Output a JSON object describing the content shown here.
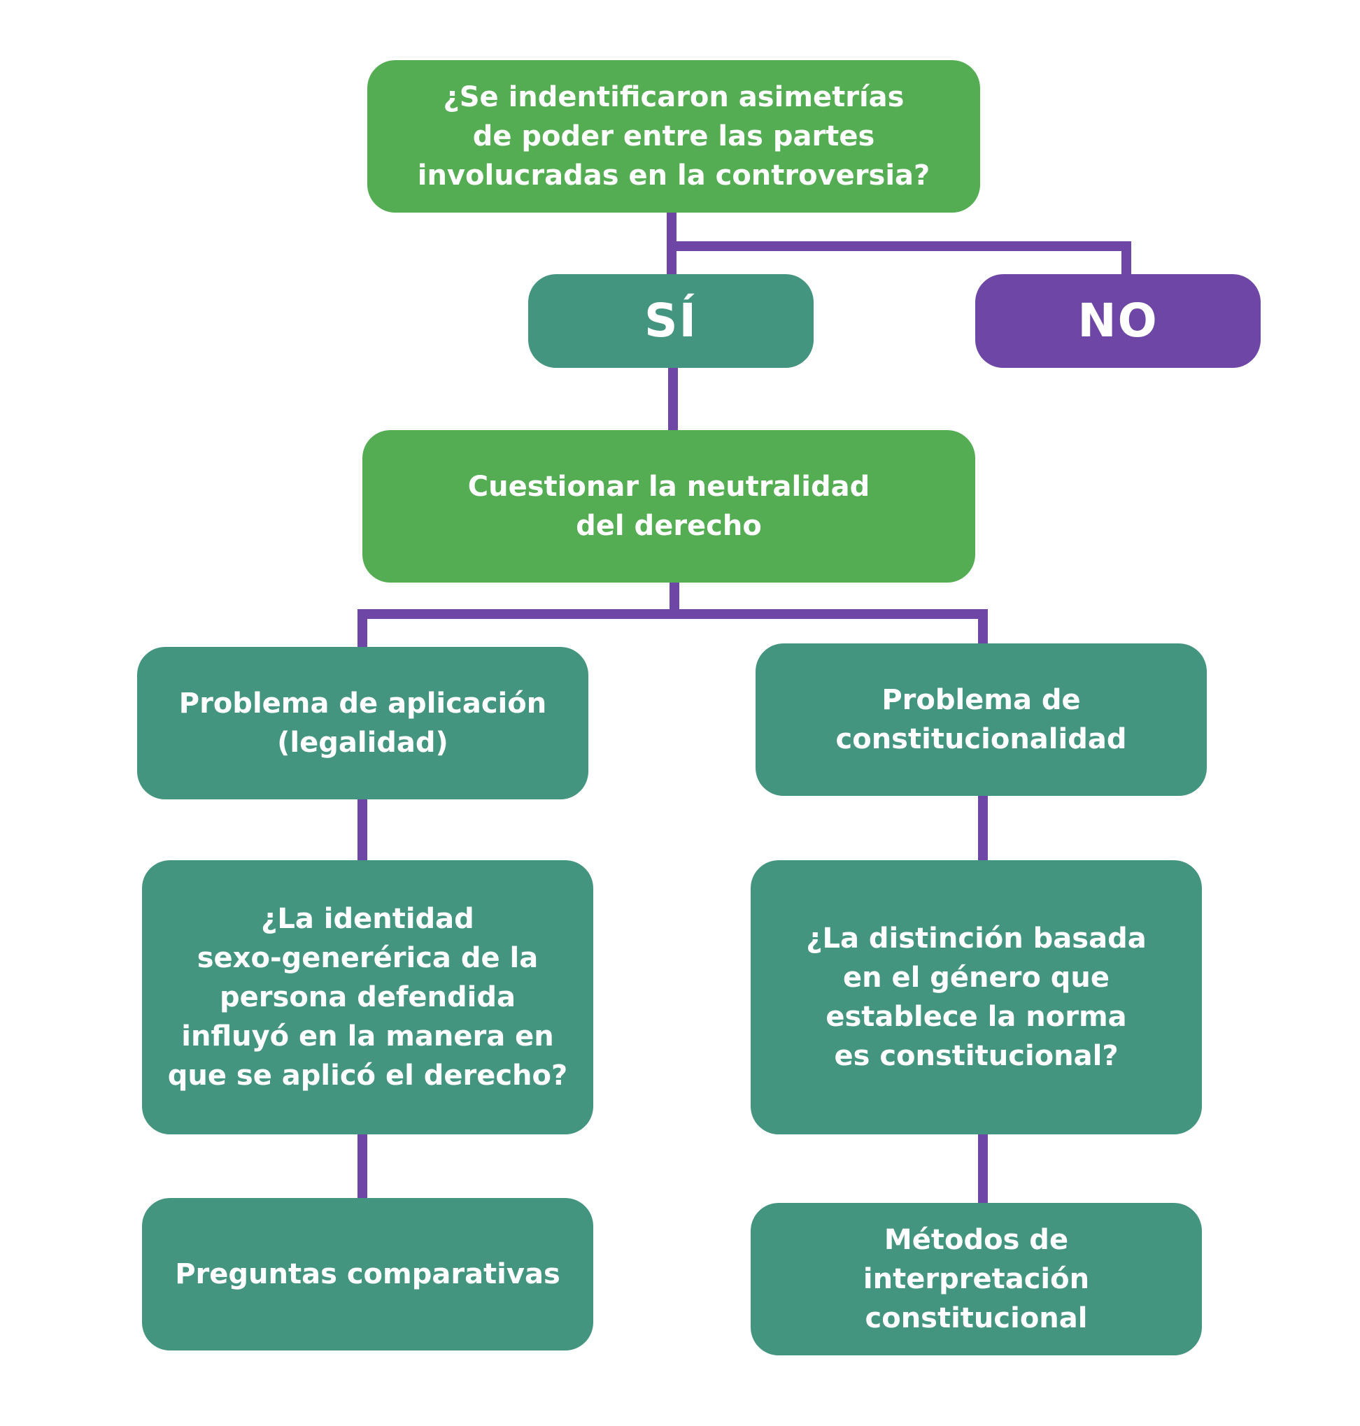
{
  "colors": {
    "green": "#54ad52",
    "teal": "#449580",
    "purple": "#6e47a6",
    "text": "#ffffff"
  },
  "nodes": {
    "question_asymmetry": "¿Se indentificaron asimetrías\nde poder entre las partes\ninvolucradas en la controversia?",
    "yes": "SÍ",
    "no": "NO",
    "question_neutrality": "Cuestionar la neutralidad\ndel derecho",
    "application_problem": "Problema de aplicación\n(legalidad)",
    "constitutionality_problem": "Problema de\nconstitucionalidad",
    "identity_question": "¿La identidad\nsexo-generérica de la\npersona defendida\ninfluyó en la manera en\nque se aplicó el derecho?",
    "distinction_question": "¿La distinción basada\nen el género que\nestablece la norma\nes constitucional?",
    "comparative_questions": "Preguntas comparativas",
    "interpretation_methods": "Métodos de\ninterpretación\nconstitucional"
  }
}
